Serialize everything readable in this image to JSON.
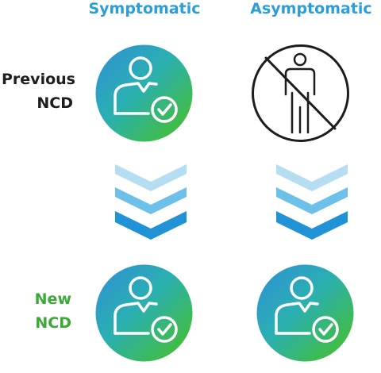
{
  "columns": {
    "symptomatic": "Symptomatic",
    "asymptomatic": "Asymptomatic"
  },
  "rows": {
    "previous": [
      "Previous",
      "NCD"
    ],
    "new": [
      "New",
      "NCD"
    ]
  },
  "colors": {
    "header_blue": "#2a9fd6",
    "new_green": "#3aaa35",
    "dark_text": "#1d1d1b",
    "gradient_start": "#2f8fd8",
    "gradient_end": "#49c11d",
    "chevron_light": "#b5def3",
    "chevron_mid": "#6cc0ea",
    "chevron_dark": "#1f93d6"
  },
  "icons": {
    "person_check": "person-check-icon",
    "no_person": "no-person-icon",
    "transition": "triple-chevron-down-icon"
  }
}
